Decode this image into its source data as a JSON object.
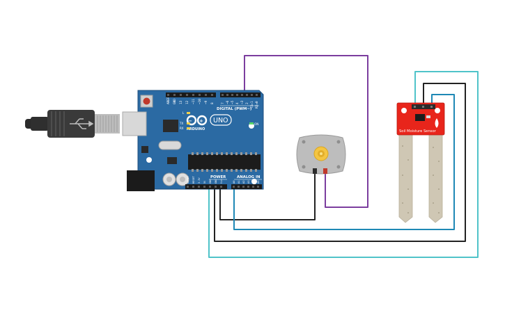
{
  "board": {
    "digital_label": "DIGITAL (PWM~)",
    "brand": "ARDUINO",
    "model": "UNO",
    "on_label": "ON",
    "power_label": "POWER",
    "analog_label": "ANALOG IN",
    "led_l": "L",
    "led_tx": "TX",
    "led_rx": "RX",
    "power_pins": [
      "IOREF",
      "RESET",
      "3.3V",
      "5V",
      "GND",
      "GND",
      "Vin"
    ],
    "analog_pins": [
      "A0",
      "A1",
      "A2",
      "A3",
      "A4",
      "A5"
    ],
    "digital_pins_left": [
      "AREF",
      "GND",
      "13",
      "12",
      "~11",
      "~10",
      "~9",
      "8"
    ],
    "digital_pins_right": [
      "7",
      "~6",
      "~5",
      "4",
      "~3",
      "2",
      "TX▸1",
      "RX◂0"
    ]
  },
  "sensor": {
    "label": "Soil Moisture Sensor"
  },
  "colors": {
    "board": "#2b6aa3",
    "board_dark": "#1f4f7d",
    "sensor_board": "#e8251b",
    "probe": "#cfc7b4",
    "motor": "#bfbfbf",
    "wire_purple": "#7b3d9e",
    "wire_black": "#222222",
    "wire_blue": "#1e88b5",
    "wire_teal": "#4fc3c9"
  }
}
